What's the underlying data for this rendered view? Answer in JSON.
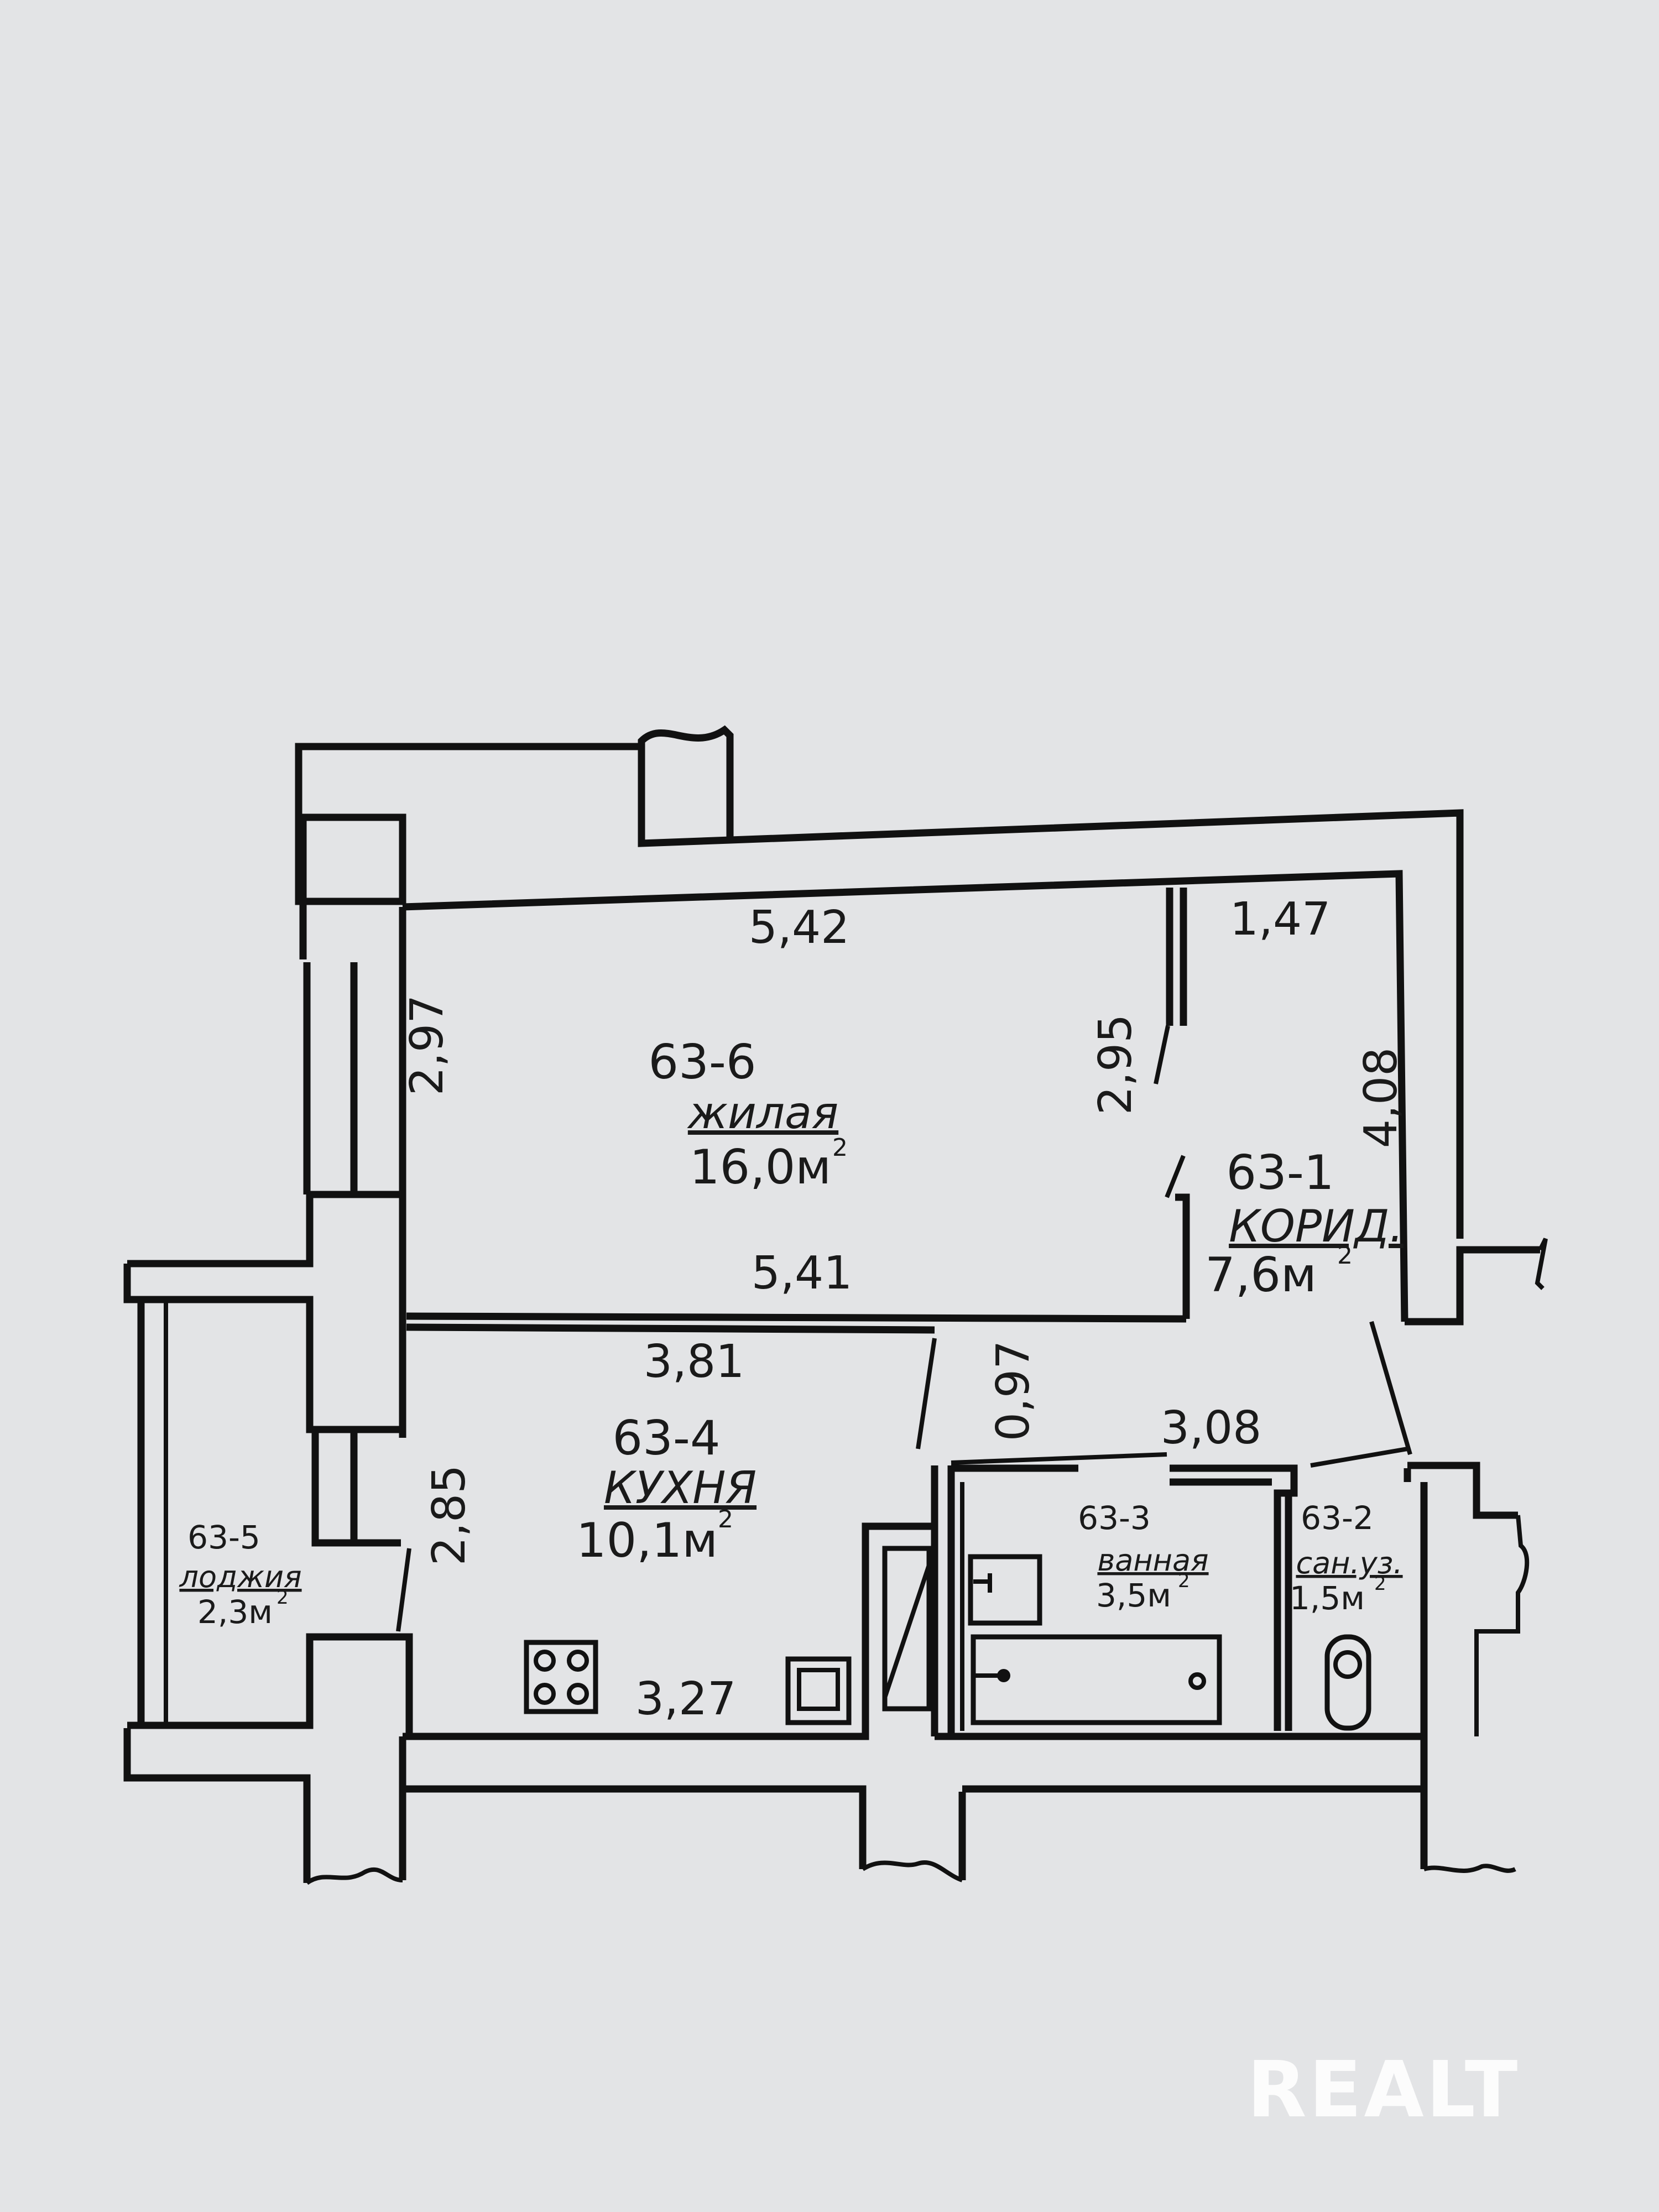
{
  "rooms": [
    {
      "code": "63-6",
      "name": "жилая",
      "area": "16,0м",
      "sup": "2"
    },
    {
      "code": "63-1",
      "name": "КОРИД.",
      "area": "7,6м",
      "sup": "2"
    },
    {
      "code": "63-4",
      "name": "КУХНЯ",
      "area": "10,1м",
      "sup": "2"
    },
    {
      "code": "63-5",
      "name": "лоджия",
      "area": "2,3м",
      "sup": "2"
    },
    {
      "code": "63-3",
      "name": "ванная",
      "area": "3,5м",
      "sup": "2"
    },
    {
      "code": "63-2",
      "name": "сан.уз.",
      "area": "1,5м",
      "sup": "2"
    }
  ],
  "dimensions": {
    "living_top": "5,42",
    "living_left": "2,97",
    "living_right": "2,95",
    "living_bottom": "5,41",
    "corridor_top": "1,47",
    "corridor_right": "4,08",
    "kitchen_top": "3,81",
    "kitchen_left": "2,85",
    "kitchen_bottom": "3,27",
    "passage_width": "0,97",
    "bath_top": "3,08"
  },
  "watermark": "REALT"
}
